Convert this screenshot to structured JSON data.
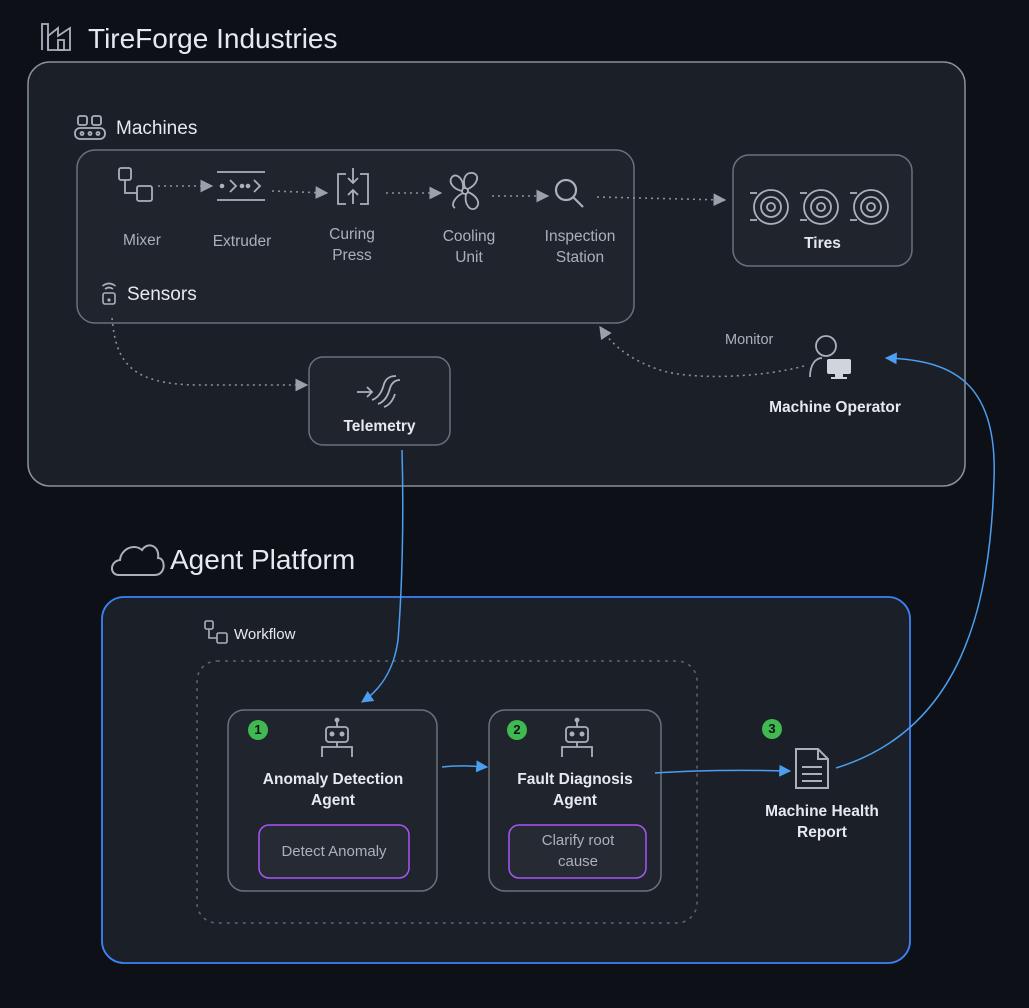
{
  "factory": {
    "title": "TireForge Industries",
    "machines_group": {
      "label": "Machines"
    },
    "machines": [
      {
        "id": "mixer",
        "label": "Mixer",
        "icon": "mixer-icon"
      },
      {
        "id": "extruder",
        "label": "Extruder",
        "icon": "extruder-icon"
      },
      {
        "id": "curing-press",
        "label": "Curing Press",
        "icon": "curing-press-icon"
      },
      {
        "id": "cooling-unit",
        "label": "Cooling Unit",
        "icon": "fan-icon"
      },
      {
        "id": "inspection-station",
        "label": "Inspection Station",
        "icon": "magnifier-icon"
      }
    ],
    "sensors": {
      "label": "Sensors"
    },
    "tires": {
      "label": "Tires"
    },
    "telemetry": {
      "label": "Telemetry"
    },
    "operator": {
      "label": "Machine Operator",
      "edge_label": "Monitor"
    }
  },
  "platform": {
    "title": "Agent Platform",
    "workflow": {
      "label": "Workflow"
    },
    "agents": [
      {
        "step": "1",
        "label": "Anomaly Detection Agent",
        "task": "Detect Anomaly"
      },
      {
        "step": "2",
        "label": "Fault Diagnosis Agent",
        "task": "Clarify root cause"
      }
    ],
    "report": {
      "step": "3",
      "label": "Machine Health Report"
    }
  },
  "colors": {
    "background": "#0d1117",
    "panel": "#1b1f27",
    "border_gray": "#5c626d",
    "border_blue": "#3b82f6",
    "arrow_blue": "#4c9ef0",
    "task_border": "#a855f7",
    "step_green": "#3fb950",
    "icon_gray": "#aab1bd"
  }
}
